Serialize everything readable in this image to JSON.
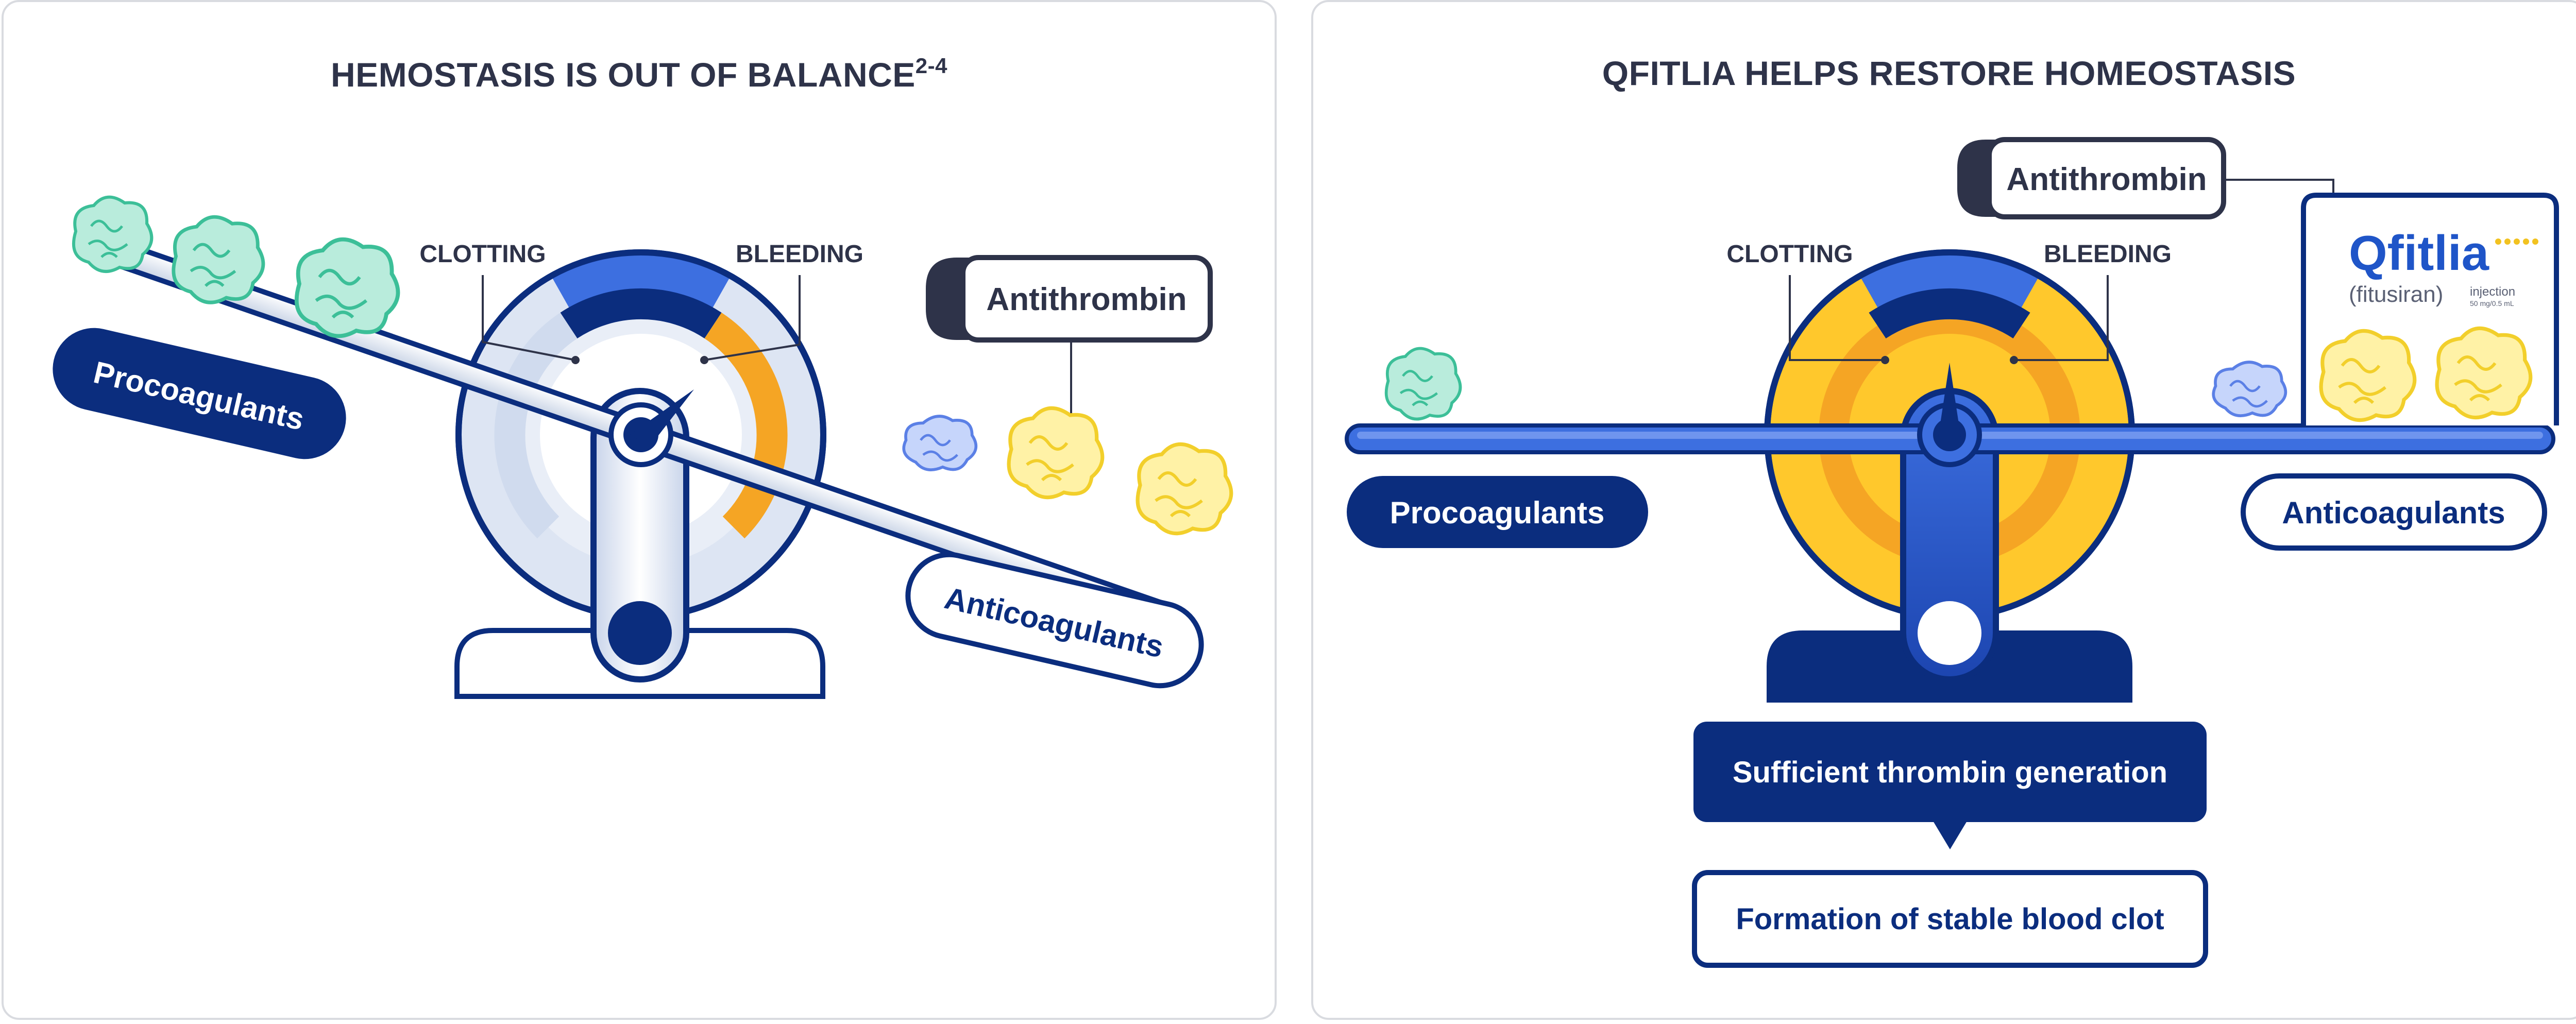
{
  "left_panel": {
    "title": "HEMOSTASIS IS OUT OF BALANCE",
    "title_sup": "2-4",
    "gauge_left_label": "CLOTTING",
    "gauge_right_label": "BLEEDING",
    "procoagulants_label": "Procoagulants",
    "anticoagulants_label": "Anticoagulants",
    "antithrombin_label": "Antithrombin"
  },
  "right_panel": {
    "title": "QFITLIA HELPS RESTORE HOMEOSTASIS",
    "gauge_left_label": "CLOTTING",
    "gauge_right_label": "BLEEDING",
    "procoagulants_label": "Procoagulants",
    "anticoagulants_label": "Anticoagulants",
    "antithrombin_label": "Antithrombin",
    "product_logo": {
      "brand": "Qfitlia",
      "generic": "(fitusiran)",
      "route": "injection",
      "dose": "50 mg/0.5 mL"
    },
    "outcome_1": "Sufficient thrombin generation",
    "outcome_2": "Formation of stable blood clot"
  },
  "colors": {
    "navy": "#0b2d7e",
    "royal_blue": "#3d6fe0",
    "light_blue": "#dce6f5",
    "orange": "#f5a524",
    "yellow": "#ffc82c",
    "teal_protein": "#6fd1b6",
    "blue_protein": "#6f8fe8",
    "yellow_protein": "#ffe36b",
    "dark_slate": "#2e3349"
  }
}
